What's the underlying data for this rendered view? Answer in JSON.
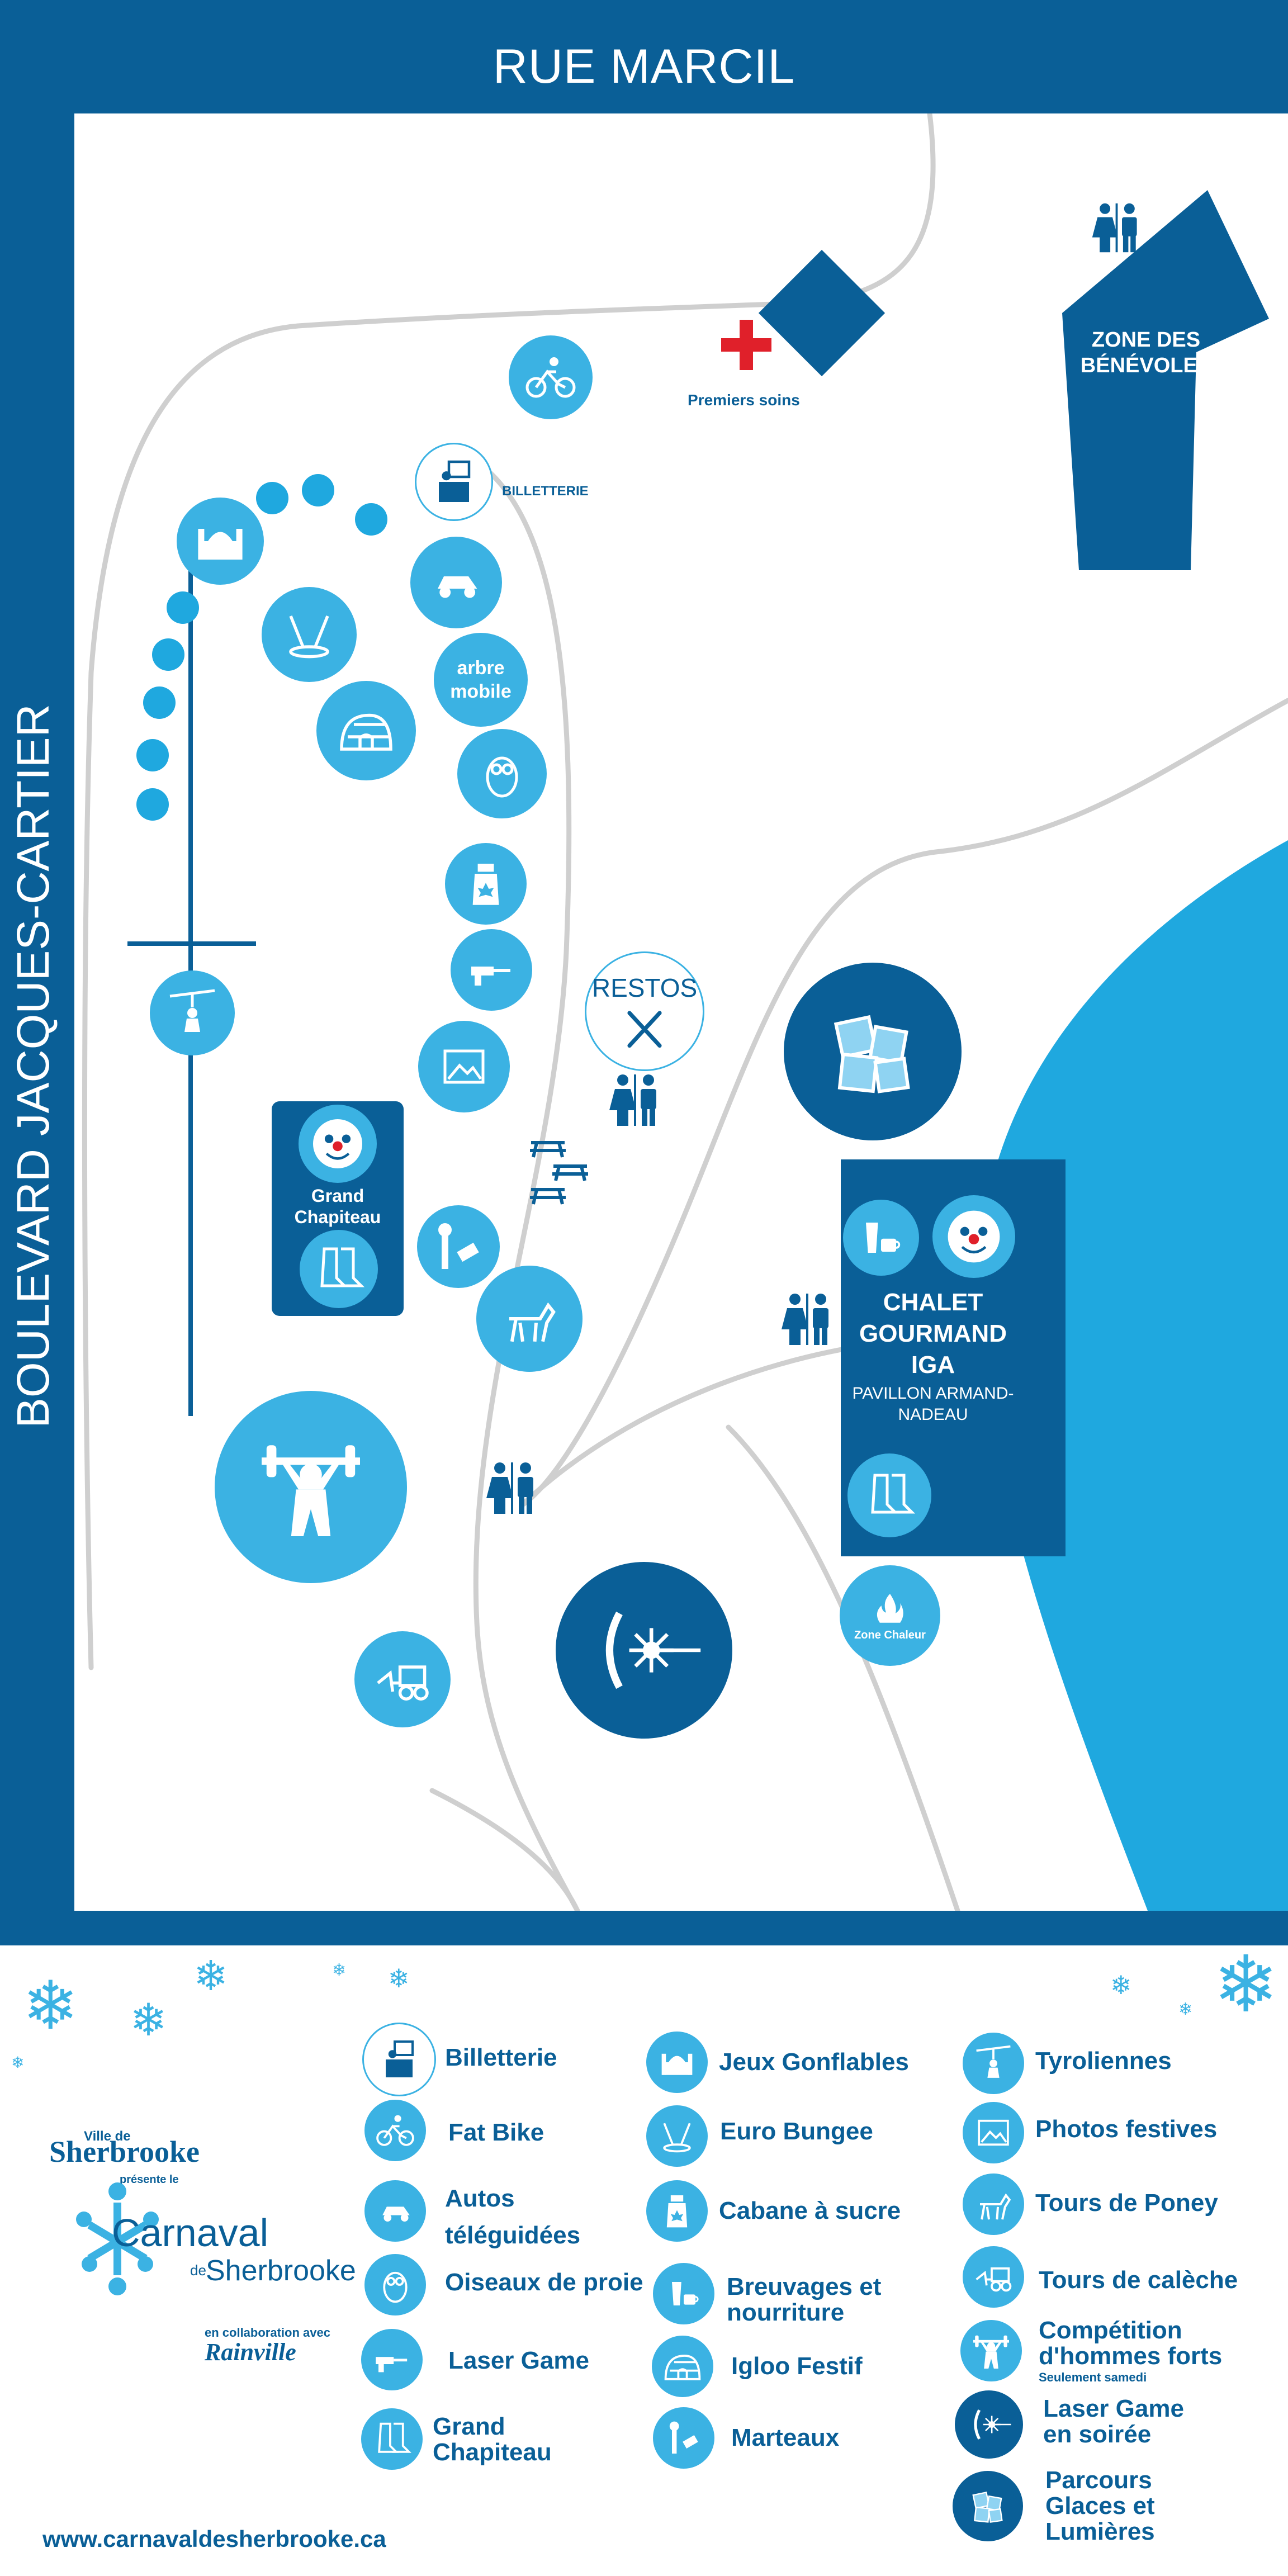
{
  "streets": {
    "top": "RUE MARCIL",
    "left": "BOULEVARD JACQUES-CARTIER"
  },
  "map": {
    "first_aid": "Premiers soins",
    "volunteers": "ZONE DES BÉNÉVOLES",
    "ticketing": "BILLETTERIE",
    "tree": "arbre mobile",
    "restos": "RESTOS",
    "chapiteau": "Grand Chapiteau",
    "chalet_title": "CHALET GOURMAND IGA",
    "chalet_sub": "PAVILLON ARMAND-NADEAU",
    "zone_chaleur": "Zone Chaleur"
  },
  "legend": {
    "col1": [
      {
        "label": "Billetterie",
        "icon": "ticket-booth-icon"
      },
      {
        "label": "Fat Bike",
        "icon": "bike-icon"
      },
      {
        "label": "Autos téléguidées",
        "icon": "rc-car-icon"
      },
      {
        "label": "Oiseaux de proie",
        "icon": "owl-icon"
      },
      {
        "label": "Laser Game",
        "icon": "laser-gun-icon"
      },
      {
        "label": "Grand Chapiteau",
        "icon": "boots-icon"
      }
    ],
    "col2": [
      {
        "label": "Jeux Gonflables",
        "icon": "bouncy-castle-icon"
      },
      {
        "label": "Euro Bungee",
        "icon": "bungee-icon"
      },
      {
        "label": "Cabane à sucre",
        "icon": "maple-syrup-icon"
      },
      {
        "label": "Breuvages et nourriture",
        "icon": "drinks-icon"
      },
      {
        "label": "Igloo Festif",
        "icon": "igloo-icon"
      },
      {
        "label": "Marteaux",
        "icon": "hammer-icon"
      }
    ],
    "col3": [
      {
        "label": "Tyroliennes",
        "icon": "zipline-icon"
      },
      {
        "label": "Photos festives",
        "icon": "photo-icon"
      },
      {
        "label": "Tours de Poney",
        "icon": "pony-icon"
      },
      {
        "label": "Tours de calèche",
        "icon": "carriage-icon"
      },
      {
        "label": "Compétition d'hommes forts",
        "sub": "Seulement samedi",
        "icon": "weightlifter-icon"
      },
      {
        "label": "Laser Game en soirée",
        "icon": "laser-night-icon"
      },
      {
        "label": "Parcours Glaces et Lumières",
        "icon": "ice-cubes-icon"
      }
    ]
  },
  "branding": {
    "city_small": "Ville de",
    "city": "Sherbrooke",
    "presents": "présente le",
    "carnaval": "Carnaval",
    "de": "de",
    "sherbrooke": "Sherbrooke",
    "collab": "en collaboration avec",
    "sponsor": "Rainville",
    "website": "www.carnavaldesherbrooke.ca"
  },
  "colors": {
    "dark_blue": "#0a5f97",
    "light_blue": "#3bb2e3",
    "water": "#1fa8df",
    "red_cross": "#e0202a"
  }
}
